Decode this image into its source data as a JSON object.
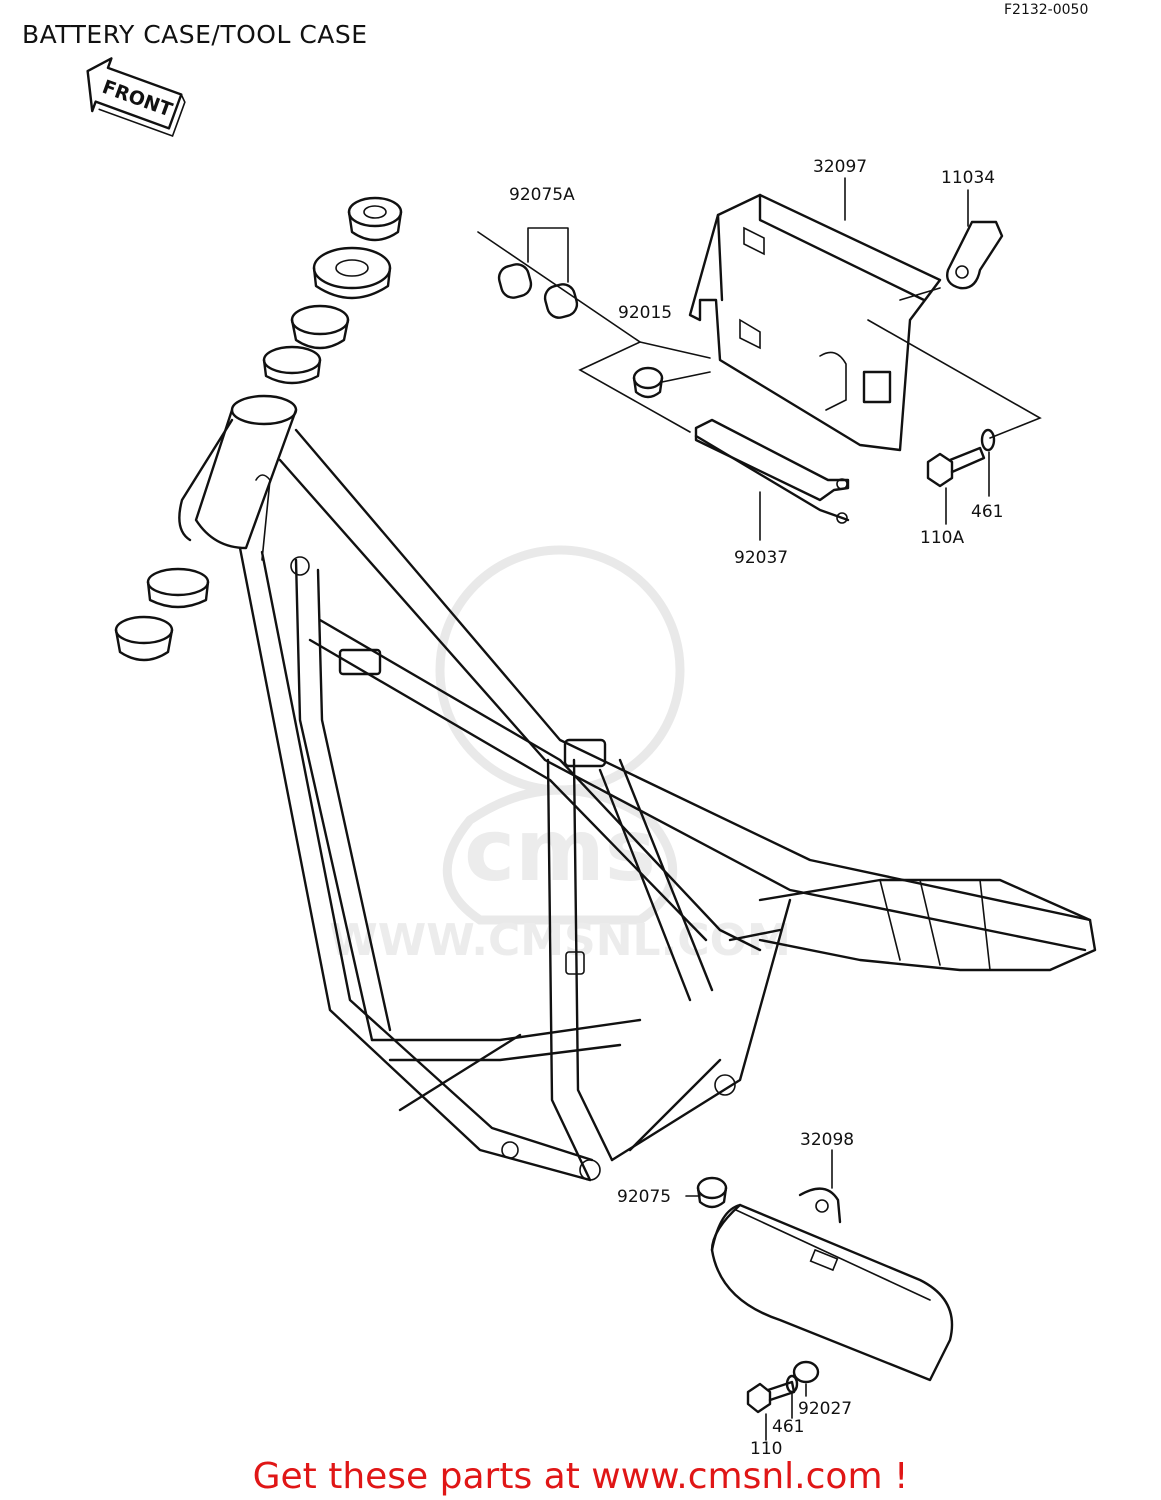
{
  "header": {
    "title": "BATTERY CASE/TOOL CASE",
    "figure_code": "F2132-0050"
  },
  "direction_arrow": {
    "label": "FRONT"
  },
  "watermark": {
    "brand": "cms",
    "url": "WWW.CMSNL.COM"
  },
  "parts": {
    "p92075A": "92075A",
    "p32097": "32097",
    "p11034": "11034",
    "p92015": "92015",
    "p461_top": "461",
    "p110A": "110A",
    "p92037": "92037",
    "p32098": "32098",
    "p92075": "92075",
    "p92027": "92027",
    "p461_bottom": "461",
    "p110": "110"
  },
  "footer": {
    "cta": "Get these parts at www.cmsnl.com !"
  }
}
